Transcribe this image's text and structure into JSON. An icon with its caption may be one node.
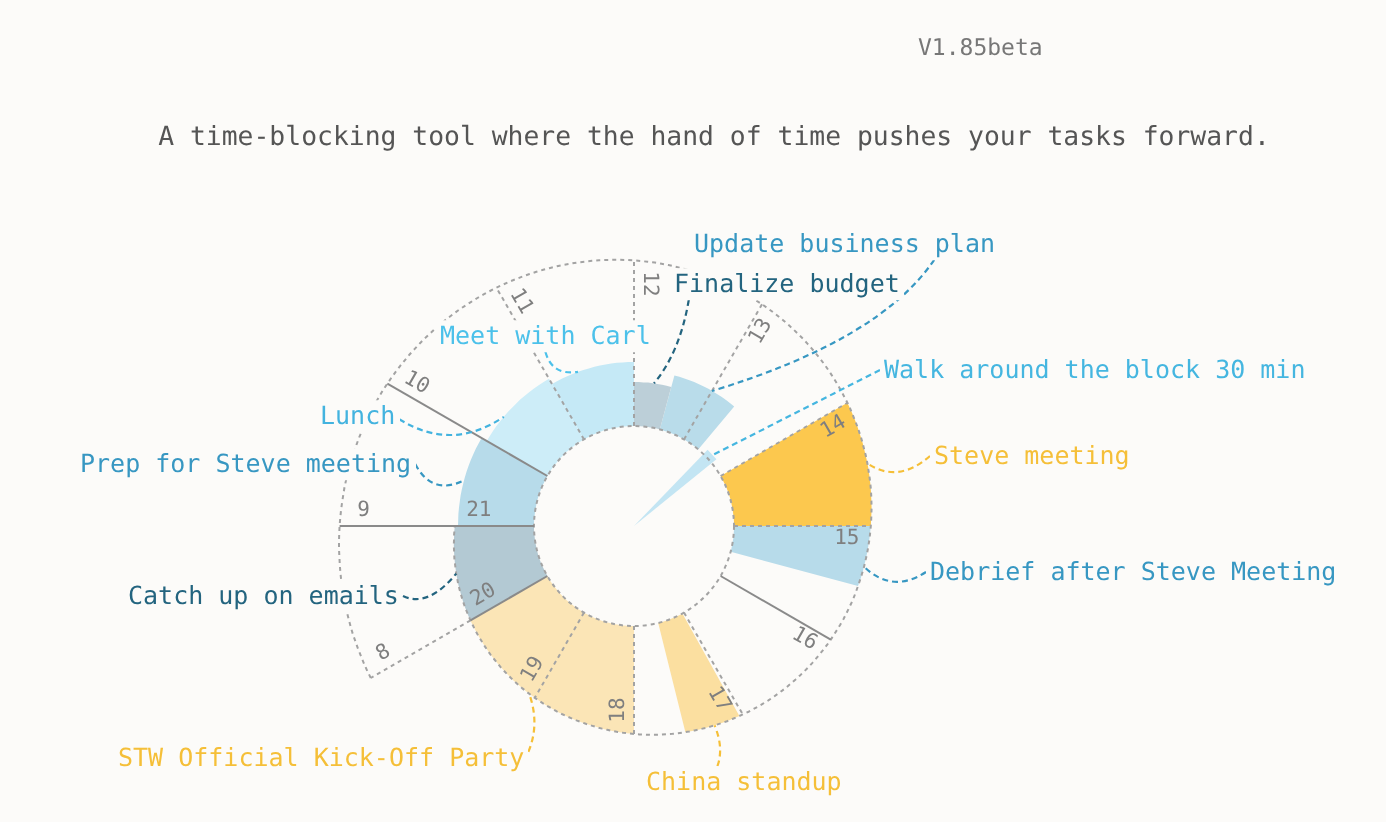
{
  "diagram": {
    "nodes": [
      {
        "text": [
          "Update business plan"
        ]
      },
      {
        "text": [
          "Finalize budget"
        ]
      },
      {
        "text": [
          "Meet with Carl"
        ]
      },
      {
        "text": [
          "Lunch"
        ]
      },
      {
        "text": [
          "Steve meeting"
        ]
      },
      {
        "text": [
          "Prep for Steve meeting"
        ]
      },
      {
        "text": [
          "Walk around the block 30 min"
        ]
      },
      {
        "text": [
          "Debrief after Steve Meeting"
        ]
      },
      {
        "text": [
          "Catch up on emails"
        ]
      },
      {
        "text": [
          "STW Official Kick-Off Party"
        ]
      },
      {
        "text": [
          "China standup"
        ]
      },
      {
        "text": [],
        "shape": "wedge"
      },
      {
        "text": [],
        "shape": "wedge"
      },
      {
        "text": [],
        "shape": "wedge"
      },
      {
        "text": [],
        "shape": "wedge"
      },
      {
        "text": [],
        "shape": "wedge"
      },
      {
        "text": [],
        "shape": "wedge"
      },
      {
        "text": [],
        "shape": "wedge"
      },
      {
        "text": [],
        "shape": "wedge"
      },
      {
        "text": [],
        "shape": "wedge"
      },
      {
        "text": [],
        "shape": "wedge"
      },
      {
        "text": [],
        "shape": "wedge"
      }
    ],
    "edges": [
      {
        "from": 0,
        "to": 11,
        "arrow": "none",
        "style": "dashed"
      },
      {
        "from": 1,
        "to": 12,
        "arrow": "none",
        "style": "dashed",
        "color": "#23647f"
      },
      {
        "from": 2,
        "to": 13,
        "arrow": "none",
        "style": "dashed",
        "color": "#4cc1ea"
      },
      {
        "from": 3,
        "to": 14,
        "arrow": "none",
        "style": "dashed",
        "color": "#43b3df"
      },
      {
        "from": 4,
        "to": 15,
        "arrow": "none",
        "style": "dashed",
        "color": "#f5bf38"
      },
      {
        "from": 5,
        "to": 16,
        "arrow": "none",
        "style": "dashed"
      },
      {
        "from": 6,
        "to": 17,
        "arrow": "none",
        "style": "dashed",
        "color": "#45b6e0"
      },
      {
        "from": 7,
        "to": 18,
        "arrow": "none",
        "style": "dashed"
      },
      {
        "from": 8,
        "to": 19,
        "arrow": "none",
        "style": "dashed",
        "color": "#23647f"
      },
      {
        "from": 9,
        "to": 20,
        "arrow": "none",
        "style": "dashed",
        "color": "#f5bf38"
      },
      {
        "from": 10,
        "to": 21,
        "arrow": "none",
        "style": "dashed",
        "color": "#f5bf38"
      }
    ],
    "labels": [
      "V1.85beta",
      "A time-blocking tool where the hand of time pushes your tasks forward.",
      "8",
      "9",
      "10",
      "11",
      "12",
      "13",
      "14",
      "15",
      "16",
      "17",
      "18",
      "19",
      "20",
      "21"
    ]
  }
}
